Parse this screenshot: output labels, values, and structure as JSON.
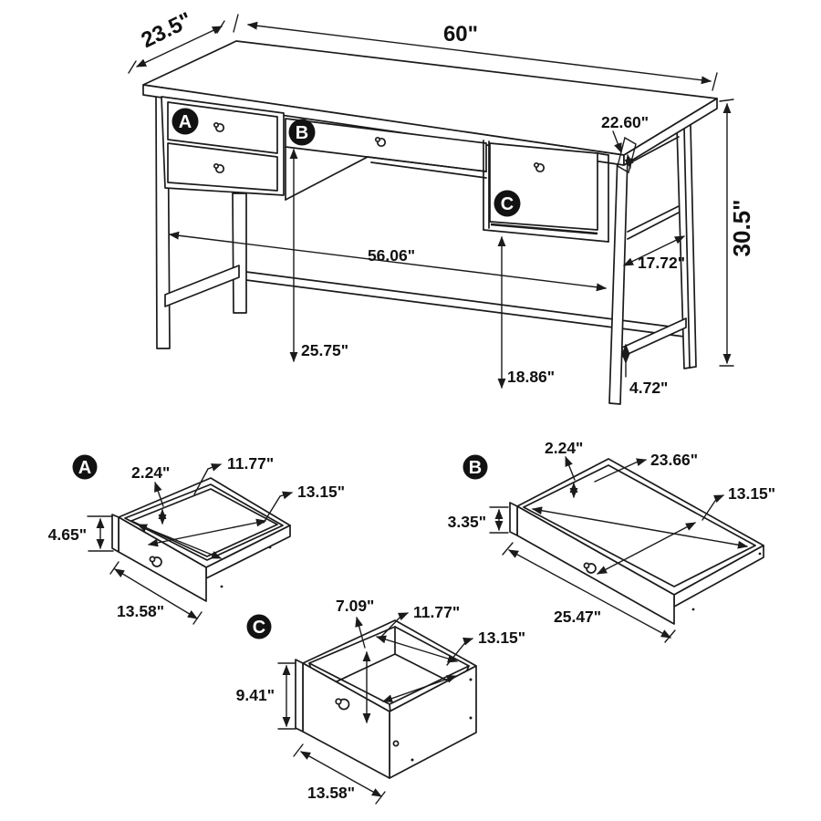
{
  "figure": {
    "type": "furniture dimension diagram",
    "subject": "writing desk with 3 drawers (A, B, C)"
  },
  "desk": {
    "markers": {
      "a": "A",
      "b": "B",
      "c": "C"
    },
    "dims": {
      "width": "60\"",
      "depth": "23.5\"",
      "height": "30.5\"",
      "top_corner": "22.60\"",
      "leg_span": "56.06\"",
      "side_panel_depth": "17.72\"",
      "knee_clearance": "25.75\"",
      "under_drawer_clearance": "18.86\"",
      "stretcher_height": "4.72\""
    }
  },
  "drawer_a": {
    "marker": "A",
    "dims": {
      "rim_inset": "2.24\"",
      "inner_width": "11.77\"",
      "inner_depth": "13.15\"",
      "front_height": "4.65\"",
      "front_width": "13.58\""
    }
  },
  "drawer_b": {
    "marker": "B",
    "dims": {
      "rim_inset": "2.24\"",
      "inner_width": "23.66\"",
      "inner_depth": "13.15\"",
      "front_height": "3.35\"",
      "front_width": "25.47\""
    }
  },
  "drawer_c": {
    "marker": "C",
    "dims": {
      "inner_height": "7.09\"",
      "inner_width": "11.77\"",
      "inner_depth": "13.15\"",
      "front_height": "9.41\"",
      "front_width": "13.58\""
    }
  }
}
